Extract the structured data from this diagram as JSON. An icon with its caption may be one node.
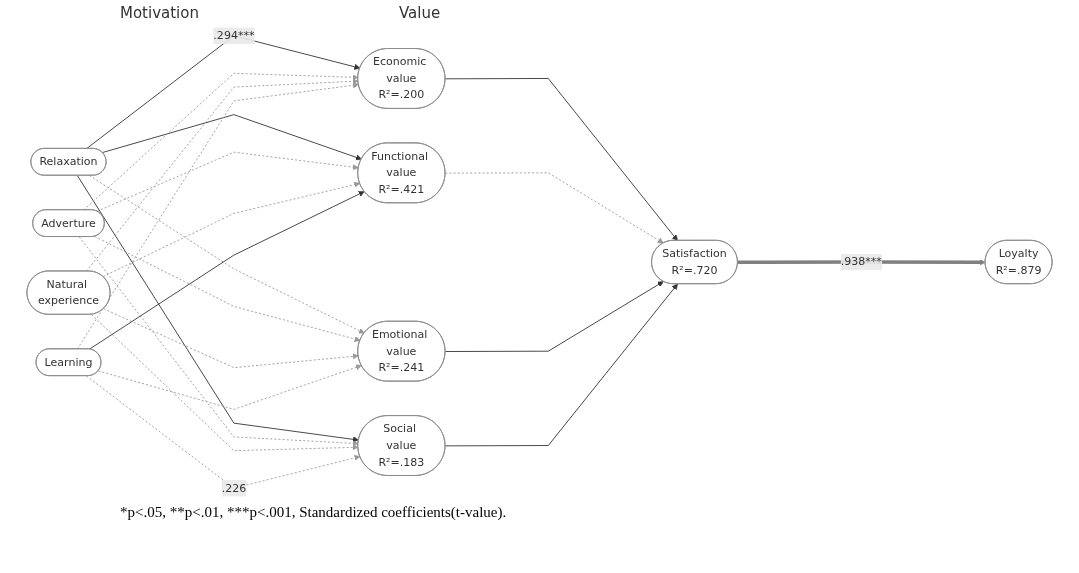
{
  "diagram": {
    "caption": "*p<.05, **p<.01, ***p<.001, Standardized coefficients(t-value).",
    "nodes": [
      {
        "text": [
          "Relaxation"
        ]
      },
      {
        "text": [
          "Adverture"
        ]
      },
      {
        "text": [
          "Natural experience"
        ]
      },
      {
        "text": [
          "Learning"
        ]
      },
      {
        "text": [
          "Economic value",
          "R²=.200"
        ]
      },
      {
        "text": [
          "Functional value",
          "R²=.421"
        ]
      },
      {
        "text": [
          "Emotional value",
          "R²=.241"
        ]
      },
      {
        "text": [
          "Social value",
          "R²=.183"
        ]
      },
      {
        "text": [
          "Satisfaction",
          "R²=.720"
        ]
      },
      {
        "text": [
          "Loyalty",
          "R²=.879"
        ]
      }
    ],
    "edges": [
      {
        "from": 0,
        "to": 4,
        "arrow": "to",
        "label": ".294***",
        "color": "#333333"
      },
      {
        "from": 0,
        "to": 5,
        "arrow": "to",
        "color": "#333333"
      },
      {
        "from": 0,
        "to": 6,
        "arrow": "to",
        "style": "dashed"
      },
      {
        "from": 0,
        "to": 7,
        "arrow": "to",
        "color": "#333333"
      },
      {
        "from": 1,
        "to": 4,
        "arrow": "to",
        "style": "dashed"
      },
      {
        "from": 1,
        "to": 5,
        "arrow": "to",
        "style": "dashed"
      },
      {
        "from": 1,
        "to": 6,
        "arrow": "to",
        "style": "dashed"
      },
      {
        "from": 1,
        "to": 7,
        "arrow": "to",
        "style": "dashed"
      },
      {
        "from": 2,
        "to": 4,
        "arrow": "to",
        "style": "dashed"
      },
      {
        "from": 2,
        "to": 5,
        "arrow": "to",
        "style": "dashed"
      },
      {
        "from": 2,
        "to": 6,
        "arrow": "to",
        "style": "dashed"
      },
      {
        "from": 2,
        "to": 7,
        "arrow": "to",
        "style": "dashed"
      },
      {
        "from": 3,
        "to": 4,
        "arrow": "to",
        "style": "dashed"
      },
      {
        "from": 3,
        "to": 5,
        "arrow": "to",
        "color": "#333333"
      },
      {
        "from": 3,
        "to": 6,
        "arrow": "to",
        "style": "dashed"
      },
      {
        "from": 3,
        "to": 7,
        "arrow": "to",
        "style": "dashed",
        "label": ".226"
      },
      {
        "from": 4,
        "to": 8,
        "arrow": "to",
        "color": "#333333"
      },
      {
        "from": 5,
        "to": 8,
        "arrow": "to",
        "style": "dashed"
      },
      {
        "from": 6,
        "to": 8,
        "arrow": "to",
        "color": "#333333"
      },
      {
        "from": 7,
        "to": 8,
        "arrow": "to",
        "color": "#333333"
      },
      {
        "from": 8,
        "to": 9,
        "arrow": "to",
        "style": "thick",
        "color": "#808080",
        "label": ".938***"
      }
    ],
    "labels": [
      "Motivation",
      "Value"
    ]
  }
}
